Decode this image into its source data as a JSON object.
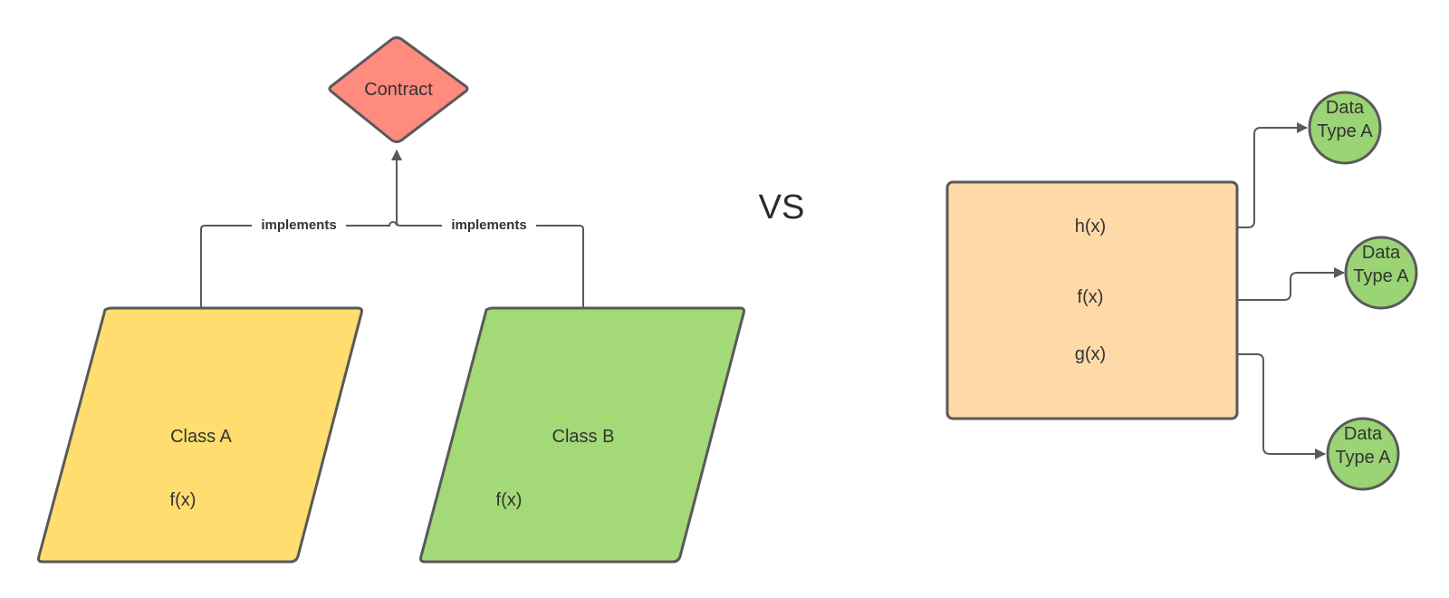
{
  "colors": {
    "contract_fill": "#ff8b7f",
    "class_a_fill": "#ffdd6f",
    "class_b_fill": "#a3d977",
    "function_box_fill": "#ffd9a8",
    "data_type_fill": "#9ad474",
    "line": "#595959",
    "text": "#333333"
  },
  "left_diagram": {
    "contract": {
      "label": "Contract",
      "shape": "diamond"
    },
    "class_a": {
      "name": "Class A",
      "method": "f(x)",
      "shape": "parallelogram"
    },
    "class_b": {
      "name": "Class B",
      "method": "f(x)",
      "shape": "parallelogram"
    },
    "edges": [
      {
        "from": "Class A",
        "to": "Contract",
        "label": "implements"
      },
      {
        "from": "Class B",
        "to": "Contract",
        "label": "implements"
      }
    ]
  },
  "separator": {
    "text": "VS"
  },
  "right_diagram": {
    "functions": [
      "h(x)",
      "f(x)",
      "g(x)"
    ],
    "data_types": [
      {
        "line1": "Data",
        "line2": "Type A"
      },
      {
        "line1": "Data",
        "line2": "Type A"
      },
      {
        "line1": "Data",
        "line2": "Type A"
      }
    ]
  }
}
